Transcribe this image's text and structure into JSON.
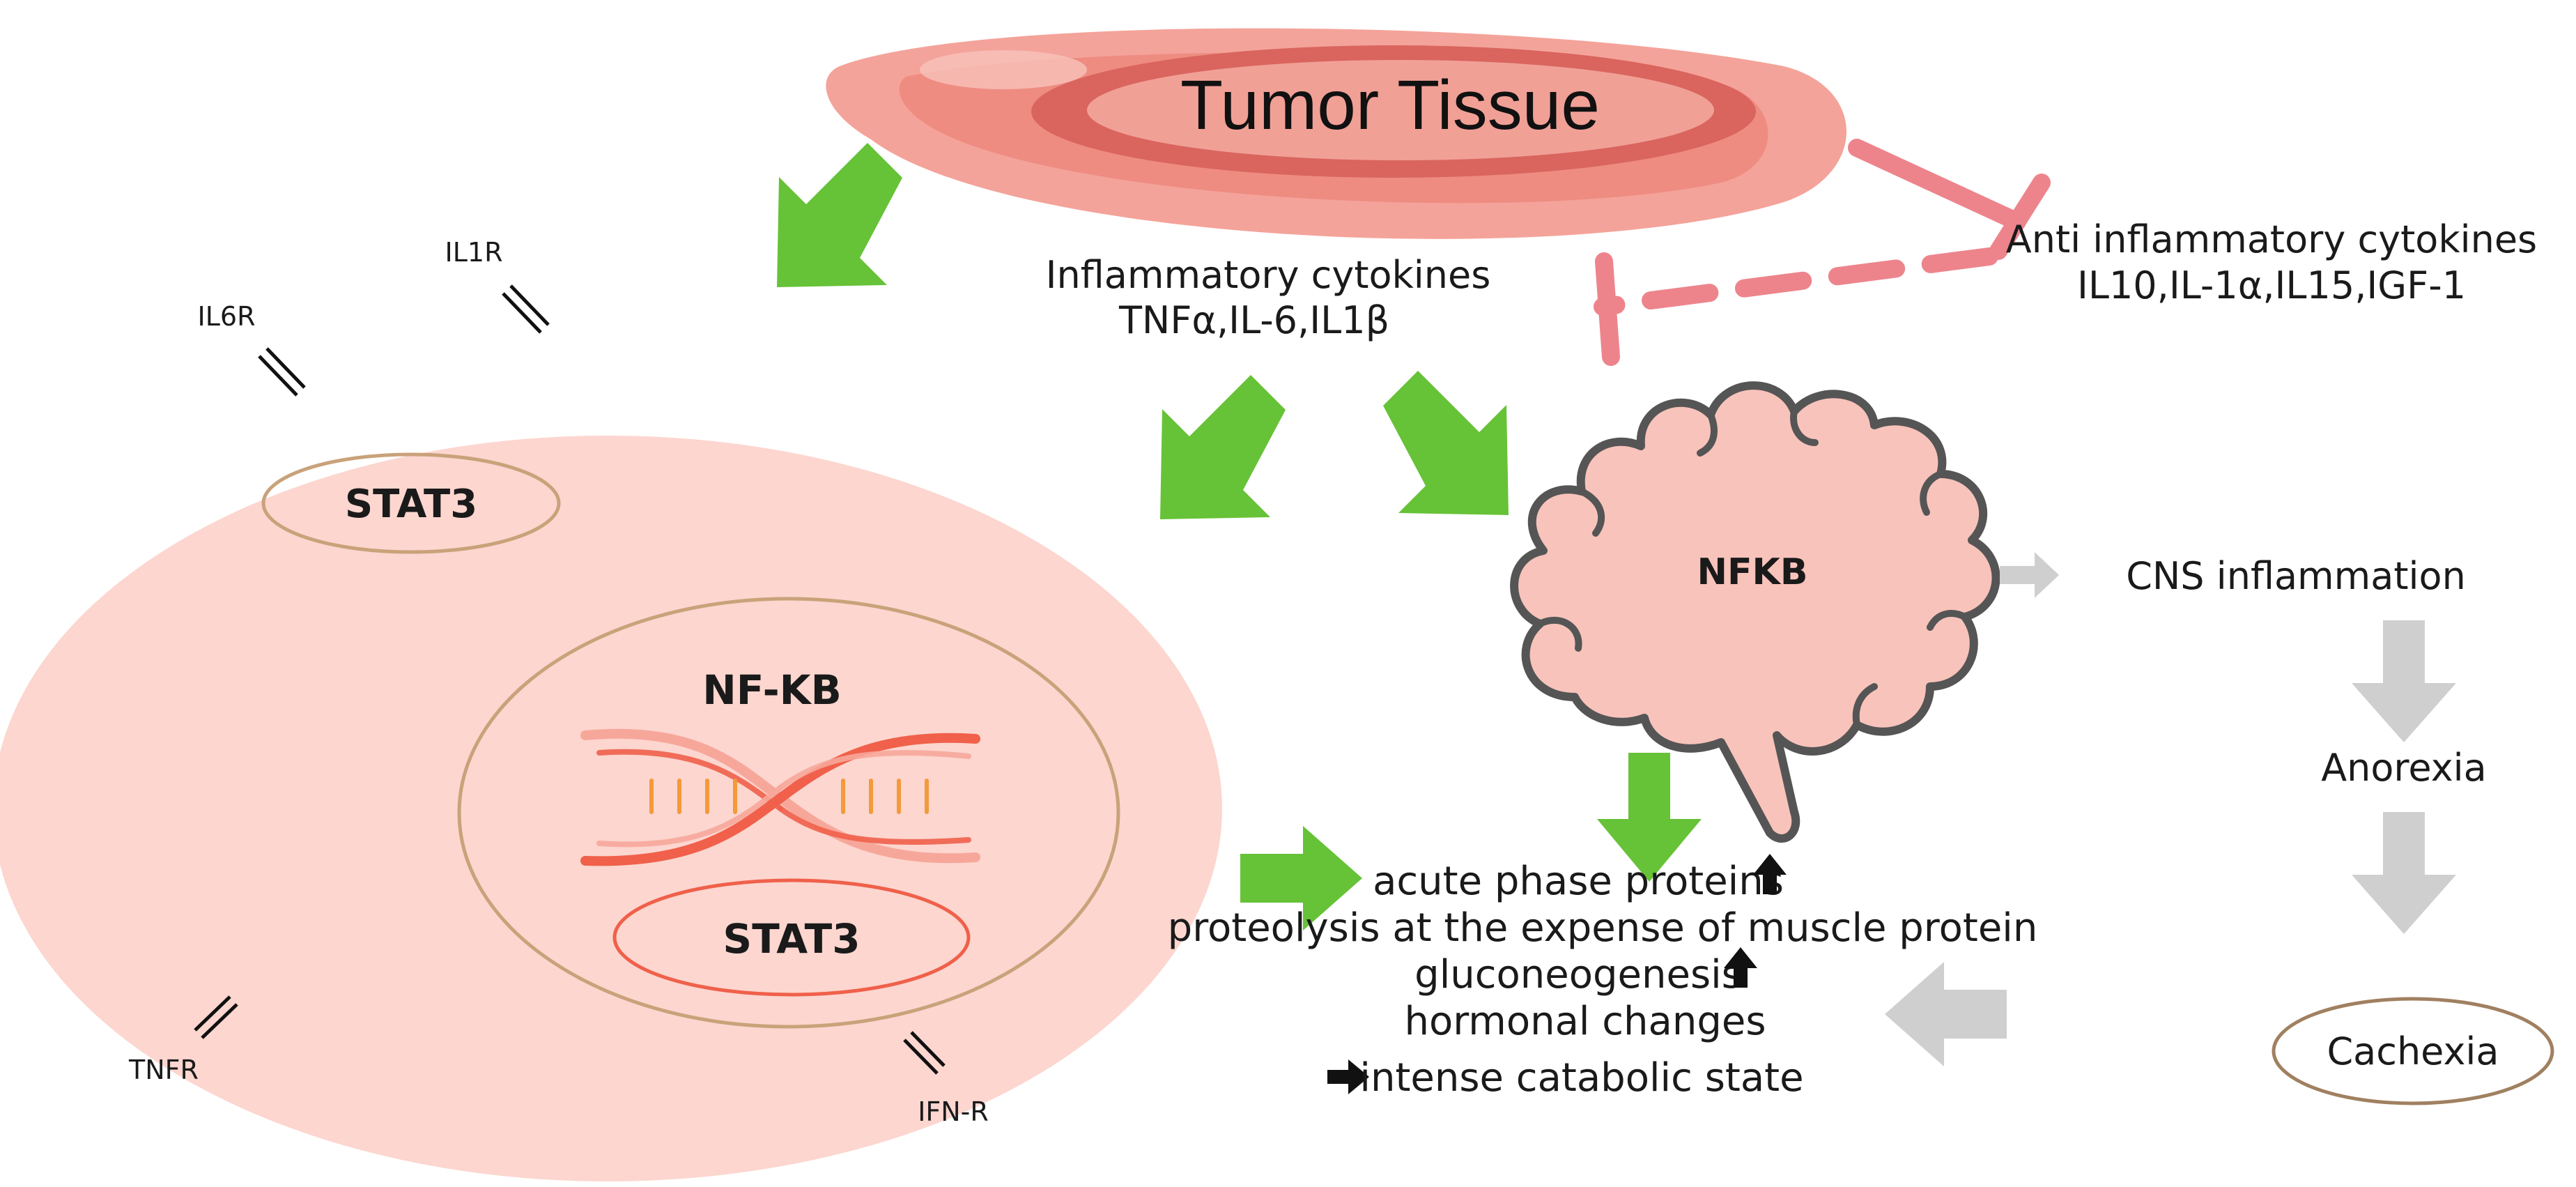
{
  "tumor": {
    "label": "Tumor Tissue"
  },
  "receptors": {
    "il1r": "IL1R",
    "il6r": "IL6R",
    "tnfr": "TNFR",
    "ifnr": "IFN-R"
  },
  "cell": {
    "stat3_cytoplasm": "STAT3",
    "nfkb_nucleus": "NF-KB",
    "stat3_nucleus": "STAT3"
  },
  "inflammatory": {
    "line1": "Inflammatory cytokines",
    "line2": "TNFα,IL-6,IL1β"
  },
  "anti_inflammatory": {
    "line1": "Anti inflammatory cytokines",
    "line2": "IL10,IL-1α,IL15,IGF-1"
  },
  "brain": {
    "label": "NFKB"
  },
  "cns": {
    "inflammation": "CNS inflammation",
    "anorexia": "Anorexia",
    "cachexia": "Cachexia"
  },
  "effects": {
    "line1": "acute phase proteins",
    "line2": "proteolysis at the expense of muscle protein",
    "line3": "gluconeogenesis",
    "line4": "hormonal changes",
    "line5": "intense catabolic state"
  },
  "colors": {
    "tumor_outer": "#f4a39a",
    "tumor_inner": "#d9655e",
    "cell_fill": "#fcd6cf",
    "outline_tan": "#c9a27a",
    "dna_dark": "#f0604a",
    "dna_light": "#f7a79a",
    "dna_rungs": "#f39a3a",
    "brain_fill": "#f8c3bb",
    "brain_stroke": "#555555",
    "arrow_green": "#66c237",
    "arrow_grey": "#cfcfcf",
    "inhibit_red": "#ea6f78"
  }
}
